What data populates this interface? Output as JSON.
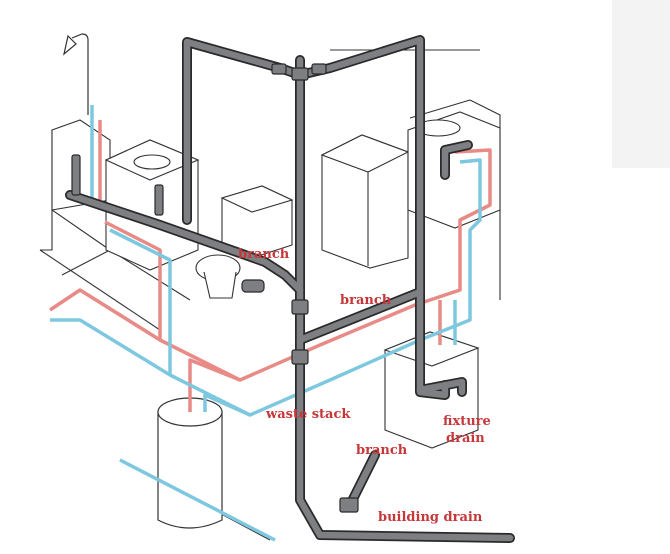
{
  "labels": {
    "branch_bath": "branch",
    "branch_kitchen": "branch",
    "branch_lower": "branch",
    "waste_stack": "waste stack",
    "fixture_drain_1": "fixture",
    "fixture_drain_2": "drain",
    "building_drain": "building drain"
  },
  "colors": {
    "drain_pipe": "#7d7f82",
    "drain_outline": "#2a2a2a",
    "hot_water": "#e88a86",
    "cold_water": "#7ec8df",
    "label": "#c6373a",
    "line_art": "#333333"
  }
}
